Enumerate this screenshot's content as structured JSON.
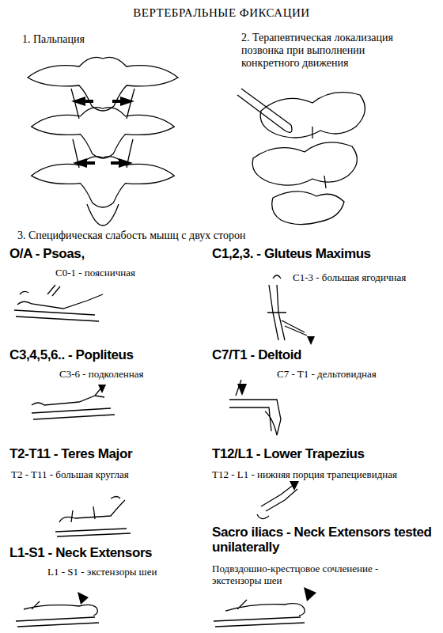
{
  "diagram": {
    "title": "ВЕРТЕБРАЛЬНЫЕ ФИКСАЦИИ",
    "labels": [
      "1. Пальпация",
      "2. Терапевтическая локализация позвонка при выполнении конкретного движения",
      "3. Специфическая слабость мышц с двух сторон",
      "O/A - Psoas,",
      "C0-1 - поясничная",
      "C1,2,3. - Gluteus Maximus",
      "C1-3 - большая ягодичная",
      "C3,4,5,6.. - Popliteus",
      "C3-6 - подколенная",
      "C7/T1 - Deltoid",
      "C7 - T1 - дельтовидная",
      "T2-T11 - Teres Major",
      "T2 - T11 - большая круглая",
      "T12/L1 - Lower Trapezius",
      "T12 - L1 - нижняя порция трапециевидная",
      "L1-S1 - Neck Extensors",
      "L1 - S1 - экстензоры шеи",
      "Sacro iliacs - Neck Extensors tested unilaterally",
      "Подвздошно-крестцовое сочленение - экстензоры шеи"
    ]
  }
}
